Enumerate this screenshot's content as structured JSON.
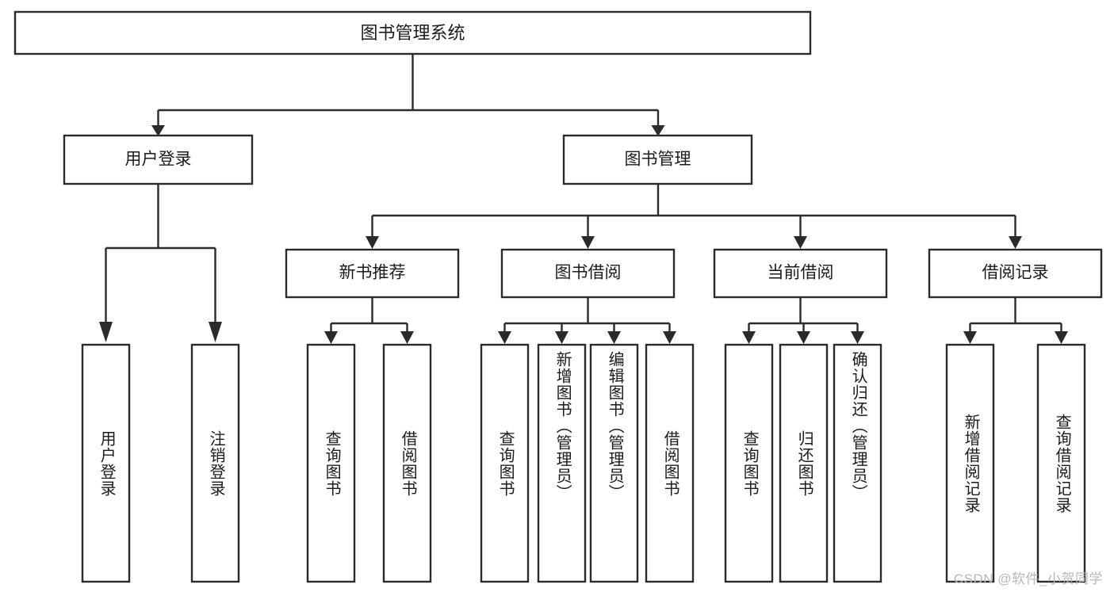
{
  "diagram": {
    "type": "tree-hierarchy",
    "title": "图书管理系统",
    "watermark": "CSDN @软件_小贺同学",
    "colors": {
      "box_stroke": "#2b2b2b",
      "box_fill": "#ffffff",
      "text": "#1b1b1b",
      "background": "#ffffff",
      "watermark": "#b8b8b8"
    },
    "levels": {
      "root": {
        "label": "图书管理系统"
      },
      "level2": [
        {
          "label": "用户登录"
        },
        {
          "label": "图书管理"
        }
      ],
      "level3": [
        {
          "label": "新书推荐"
        },
        {
          "label": "图书借阅"
        },
        {
          "label": "当前借阅"
        },
        {
          "label": "借阅记录"
        }
      ],
      "leaves": [
        {
          "label": "用户登录",
          "parent": "用户登录"
        },
        {
          "label": "注销登录",
          "parent": "用户登录"
        },
        {
          "label": "查询图书",
          "parent": "新书推荐"
        },
        {
          "label": "借阅图书",
          "parent": "新书推荐"
        },
        {
          "label": "查询图书",
          "parent": "图书借阅"
        },
        {
          "label": "新增图书（管理员）",
          "parent": "图书借阅"
        },
        {
          "label": "编辑图书（管理员）",
          "parent": "图书借阅"
        },
        {
          "label": "借阅图书",
          "parent": "图书借阅"
        },
        {
          "label": "查询图书",
          "parent": "当前借阅"
        },
        {
          "label": "归还图书",
          "parent": "当前借阅"
        },
        {
          "label": "确认归还（管理员）",
          "parent": "当前借阅"
        },
        {
          "label": "新增借阅记录",
          "parent": "借阅记录"
        },
        {
          "label": "查询借阅记录",
          "parent": "借阅记录"
        }
      ]
    }
  }
}
